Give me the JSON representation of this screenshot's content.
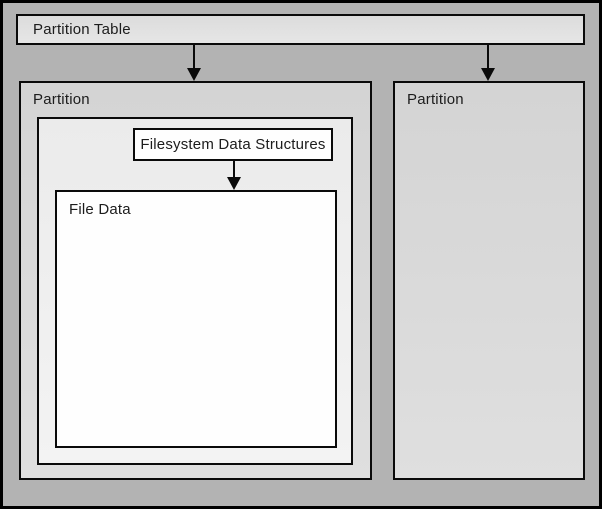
{
  "figure": {
    "partition_table": {
      "label": "Partition Table"
    },
    "partitions": [
      {
        "label": "Partition"
      },
      {
        "label": "Partition"
      }
    ],
    "filesystem_box": {
      "label": "Filesystem Data Structures"
    },
    "file_data_box": {
      "label": "File Data"
    }
  },
  "colors": {
    "canvas_bg": "#b3b3b3",
    "frame_border": "#000000",
    "box_border": "#0a0a0a",
    "table_fill_top": "#dcdcdc",
    "table_fill_bottom": "#e6e6e6",
    "partition_fill_top": "#d4d4d4",
    "partition_fill_bottom": "#dfdfdf",
    "inner_fill_top": "#ebebeb",
    "inner_fill_bottom": "#f3f3f3",
    "white_fill": "#fefefe",
    "text": "#1c1c1c"
  }
}
